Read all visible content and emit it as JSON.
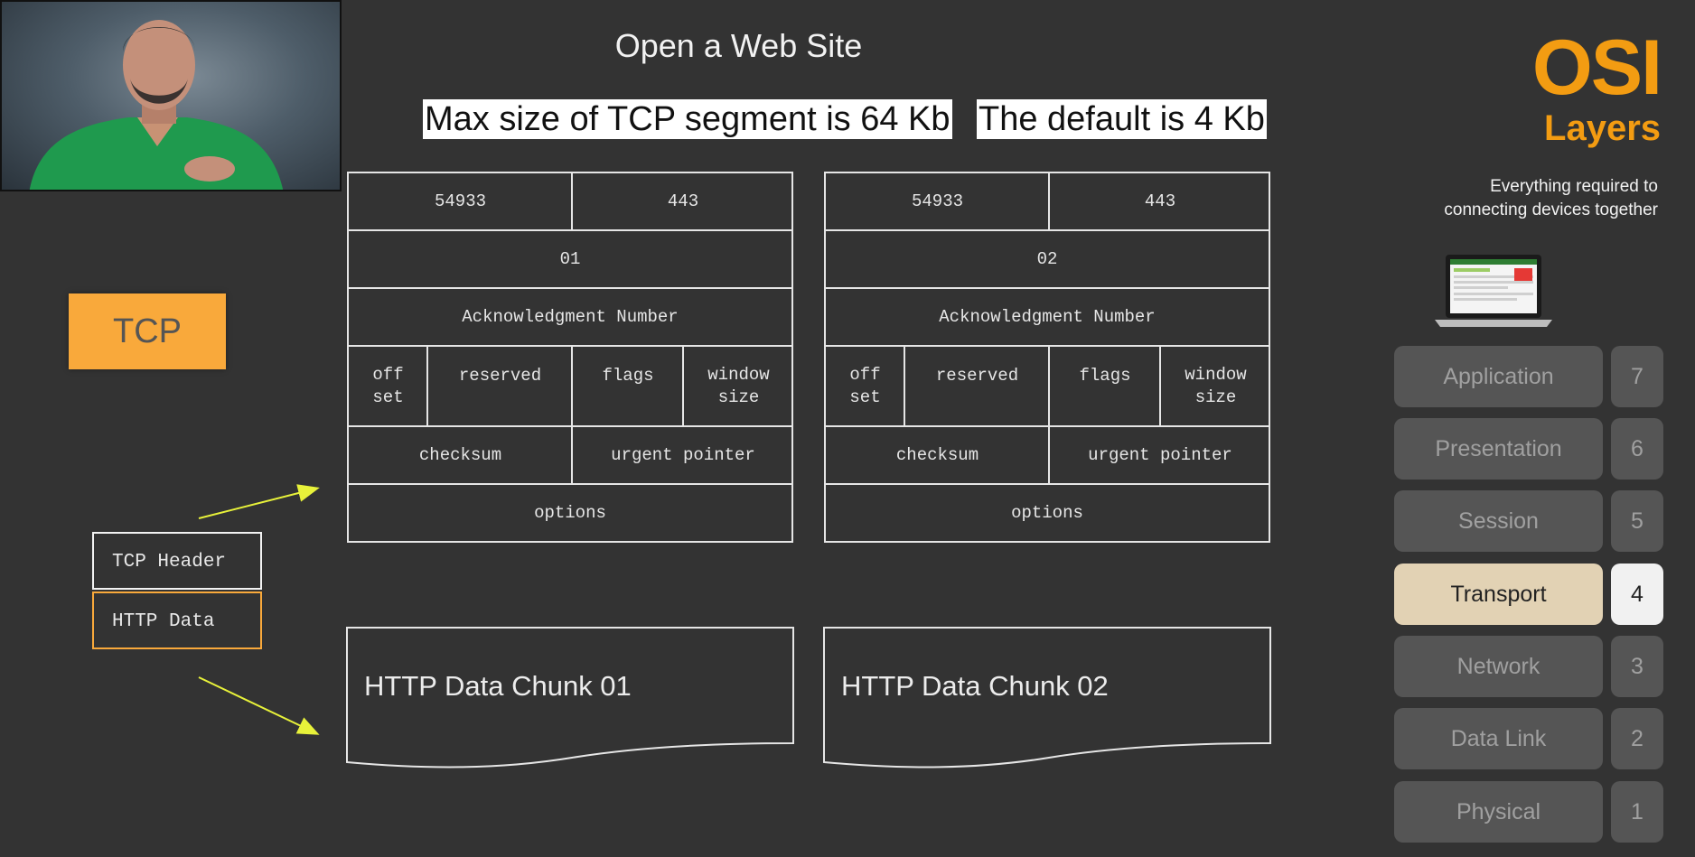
{
  "title": "Open a Web Site",
  "banners": {
    "max_size": "Max size of TCP segment is 64 Kb",
    "default_size": "The default is 4 Kb"
  },
  "tcp_label": "TCP",
  "legend": {
    "header": "TCP Header",
    "data": "HTTP Data"
  },
  "segments": [
    {
      "source_port": "54933",
      "dest_port": "443",
      "sequence": "01",
      "ack": "Acknowledgment Number",
      "offset": "off set",
      "reserved": "reserved",
      "flags": "flags",
      "window": "window size",
      "checksum": "checksum",
      "urgent": "urgent pointer",
      "options": "options"
    },
    {
      "source_port": "54933",
      "dest_port": "443",
      "sequence": "02",
      "ack": "Acknowledgment Number",
      "offset": "off set",
      "reserved": "reserved",
      "flags": "flags",
      "window": "window size",
      "checksum": "checksum",
      "urgent": "urgent pointer",
      "options": "options"
    }
  ],
  "chunks": [
    "HTTP Data Chunk 01",
    "HTTP Data Chunk 02"
  ],
  "osi": {
    "title": "OSI",
    "subtitle": "Layers",
    "tagline": "Everything required to connecting devices together",
    "accent_color": "#f39c12"
  },
  "layers": [
    {
      "name": "Application",
      "number": "7",
      "active": false
    },
    {
      "name": "Presentation",
      "number": "6",
      "active": false
    },
    {
      "name": "Session",
      "number": "5",
      "active": false
    },
    {
      "name": "Transport",
      "number": "4",
      "active": true
    },
    {
      "name": "Network",
      "number": "3",
      "active": false
    },
    {
      "name": "Data Link",
      "number": "2",
      "active": false
    },
    {
      "name": "Physical",
      "number": "1",
      "active": false
    }
  ],
  "colors": {
    "background": "#333333",
    "tcp_orange": "#f9a93b",
    "arrow": "#e8f23a"
  }
}
